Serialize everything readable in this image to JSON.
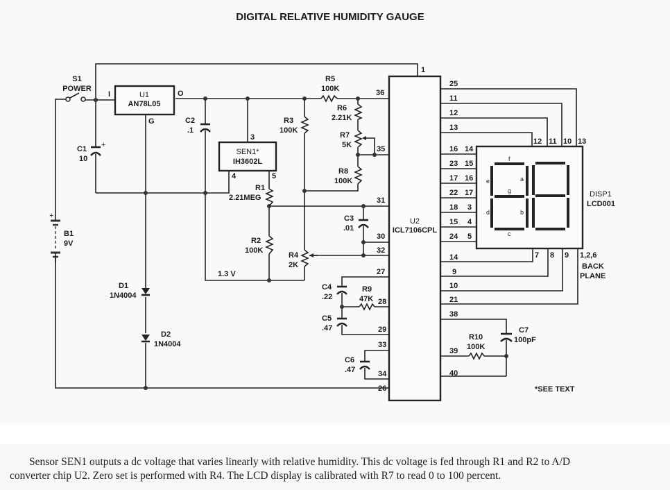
{
  "title": "DIGITAL RELATIVE HUMIDITY GAUGE",
  "components": {
    "S1": {
      "ref": "S1",
      "value": "POWER"
    },
    "U1": {
      "ref": "U1",
      "value": "AN78L05",
      "pins": {
        "input": "I",
        "output": "O",
        "ground": "G"
      }
    },
    "C1": {
      "ref": "C1",
      "value": "10",
      "polarity": "+"
    },
    "C2": {
      "ref": "C2",
      "value": ".1"
    },
    "SEN1": {
      "ref": "SEN1*",
      "value": "IH3602L",
      "pins": [
        "3",
        "4",
        "5"
      ]
    },
    "R1": {
      "ref": "R1",
      "value": "2.21MEG"
    },
    "R2": {
      "ref": "R2",
      "value": "100K"
    },
    "R3": {
      "ref": "R3",
      "value": "100K"
    },
    "R4": {
      "ref": "R4",
      "value": "2K"
    },
    "R5": {
      "ref": "R5",
      "value": "100K"
    },
    "R6": {
      "ref": "R6",
      "value": "2.21K"
    },
    "R7": {
      "ref": "R7",
      "value": "5K"
    },
    "R8": {
      "ref": "R8",
      "value": "100K"
    },
    "R9": {
      "ref": "R9",
      "value": "47K"
    },
    "R10": {
      "ref": "R10",
      "value": "100K"
    },
    "C3": {
      "ref": "C3",
      "value": ".01"
    },
    "C4": {
      "ref": "C4",
      "value": ".22"
    },
    "C5": {
      "ref": "C5",
      "value": ".47"
    },
    "C6": {
      "ref": "C6",
      "value": ".47"
    },
    "C7": {
      "ref": "C7",
      "value": "100pF"
    },
    "B1": {
      "ref": "B1",
      "value": "9V",
      "polarity": "+"
    },
    "D1": {
      "ref": "D1",
      "value": "1N4004"
    },
    "D2": {
      "ref": "D2",
      "value": "1N4004"
    },
    "U2": {
      "ref": "U2",
      "value": "ICL7106CPL"
    },
    "DISP1": {
      "ref": "DISP1",
      "value": "LCD001",
      "backplane": "BACK",
      "backplane2": "PLANE",
      "backplane_pins": "1,2,6"
    }
  },
  "net_label_1v3": "1.3 V",
  "u2_left_pins": [
    "36",
    "35",
    "31",
    "30",
    "32",
    "27",
    "28",
    "29",
    "33",
    "34",
    "26"
  ],
  "u2_top_pin": "1",
  "u2_right_pins": [
    "25",
    "11",
    "12",
    "13",
    "16",
    "23",
    "17",
    "22",
    "18",
    "15",
    "24",
    "14",
    "9",
    "10",
    "21",
    "38",
    "39",
    "40"
  ],
  "disp_left_pins": [
    "14",
    "15",
    "16",
    "17",
    "3",
    "4",
    "5"
  ],
  "disp_top_pins": [
    "12",
    "11",
    "10",
    "13"
  ],
  "disp_bottom_pins": [
    "7",
    "8",
    "9"
  ],
  "segment_labels": [
    "f",
    "e",
    "a",
    "g",
    "d",
    "b",
    "c"
  ],
  "footnote": "*SEE TEXT",
  "caption": {
    "line1": "Sensor SEN1 outputs a dc voltage that varies linearly with relative humidity. This dc voltage is fed through R1 and R2 to A/D",
    "line2": "converter chip U2. Zero set is performed with R4. The LCD display is calibrated with R7 to read 0 to 100 percent."
  }
}
